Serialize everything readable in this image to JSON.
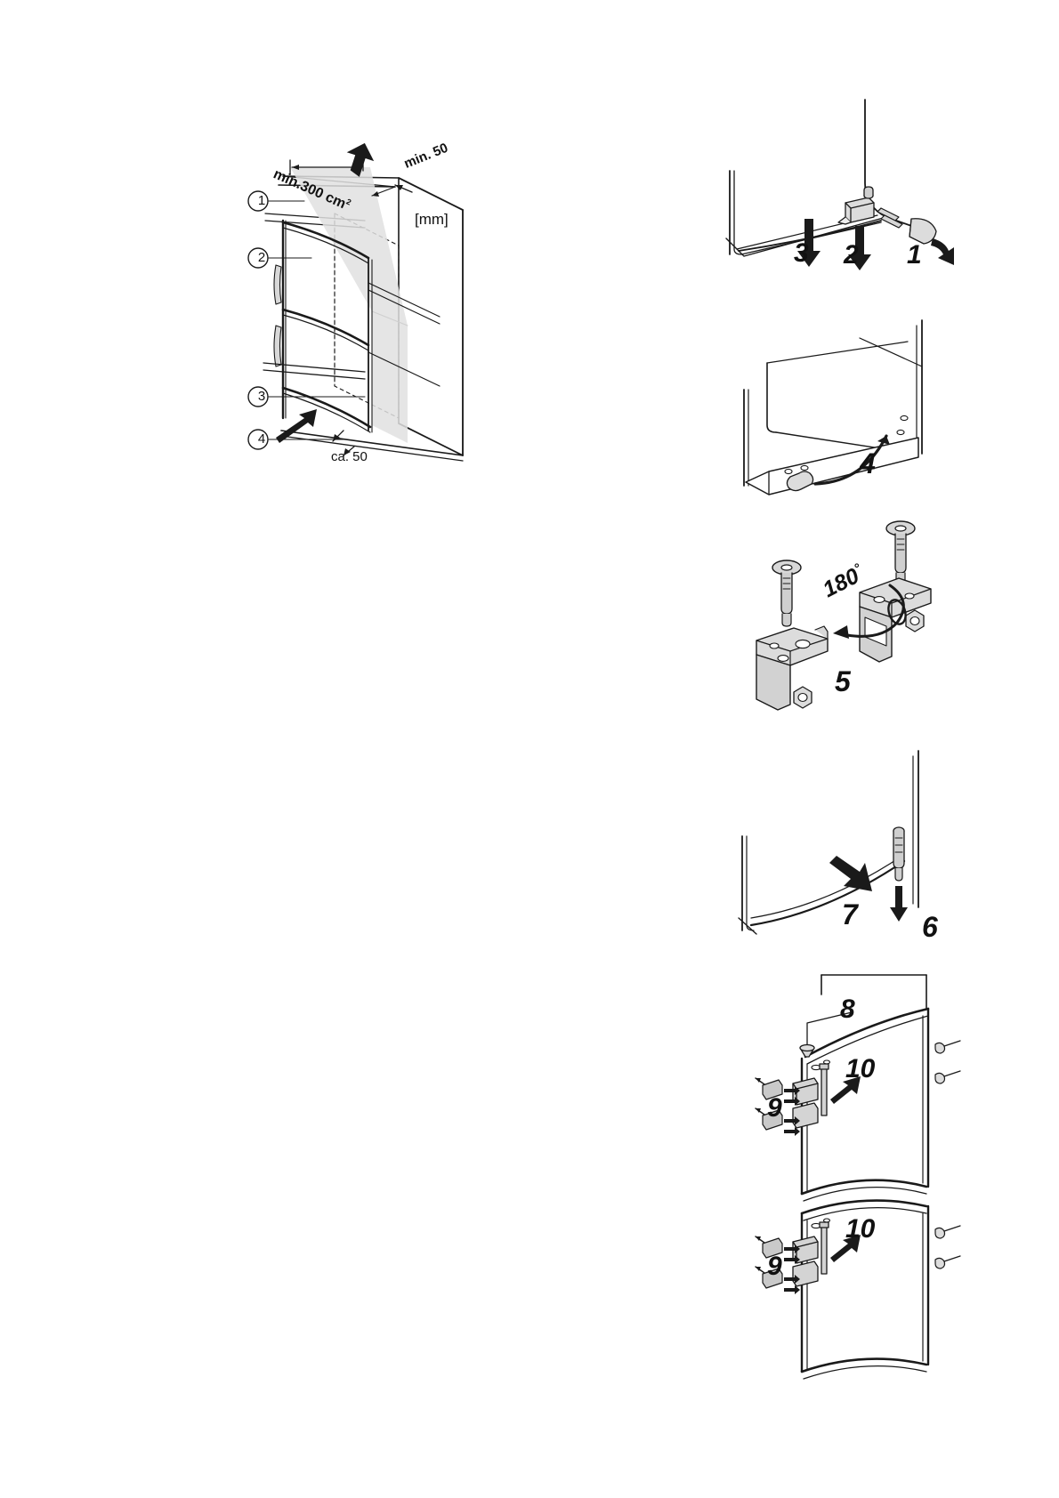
{
  "document": {
    "type": "appliance-installation-diagram",
    "unit_label": "[mm]"
  },
  "installation_figure": {
    "name": "built-in-refrigerator-niche-installation",
    "callouts": [
      {
        "id": "1",
        "label": "1"
      },
      {
        "id": "2",
        "label": "2"
      },
      {
        "id": "3",
        "label": "3"
      },
      {
        "id": "4",
        "label": "4"
      }
    ],
    "dimensions": {
      "vent_area": "min.300 cm",
      "vent_area_sup": "2",
      "rear_gap": "min. 50",
      "front_gap": "ca. 50",
      "unit": "[mm]"
    }
  },
  "door_reversal_steps": {
    "plinth_figure": {
      "name": "plinth-and-lower-hinge-removal",
      "steps": [
        {
          "number": "3",
          "arrow": "down"
        },
        {
          "number": "2",
          "arrow": "down"
        },
        {
          "number": "1",
          "arrow": "curved-right"
        }
      ]
    },
    "pin_figure": {
      "name": "lower-hinge-pin-removal",
      "steps": [
        {
          "number": "4",
          "arrow": "curved-up"
        }
      ]
    },
    "bracket_figure": {
      "name": "hinge-bracket-rotation",
      "rotation_label": "180",
      "rotation_degree_symbol": "°",
      "steps": [
        {
          "number": "5",
          "arrow": "curved-left"
        }
      ]
    },
    "top_pin_figure": {
      "name": "upper-hinge-pin-refit",
      "steps": [
        {
          "number": "7",
          "arrow": "down-left"
        },
        {
          "number": "6",
          "arrow": "down"
        }
      ]
    },
    "door_figure": {
      "name": "door-handle-and-cover-transfer",
      "steps": [
        {
          "number": "8",
          "arrow": "leader-line",
          "target": "top-cover-plug"
        },
        {
          "number": "10",
          "arrow": "up-right",
          "target": "upper-door-hinge-cover"
        },
        {
          "number": "9",
          "arrow": "right",
          "target": "upper-door-screw-covers"
        },
        {
          "number": "10",
          "arrow": "up-right",
          "target": "lower-door-hinge-cover"
        },
        {
          "number": "9",
          "arrow": "right",
          "target": "lower-door-screw-covers"
        }
      ]
    }
  },
  "colors": {
    "line": "#1a1a1a",
    "fill_light": "#e3e3e3",
    "fill_mid": "#c9c9c9",
    "fill_white": "#ffffff",
    "background": "#ffffff"
  }
}
